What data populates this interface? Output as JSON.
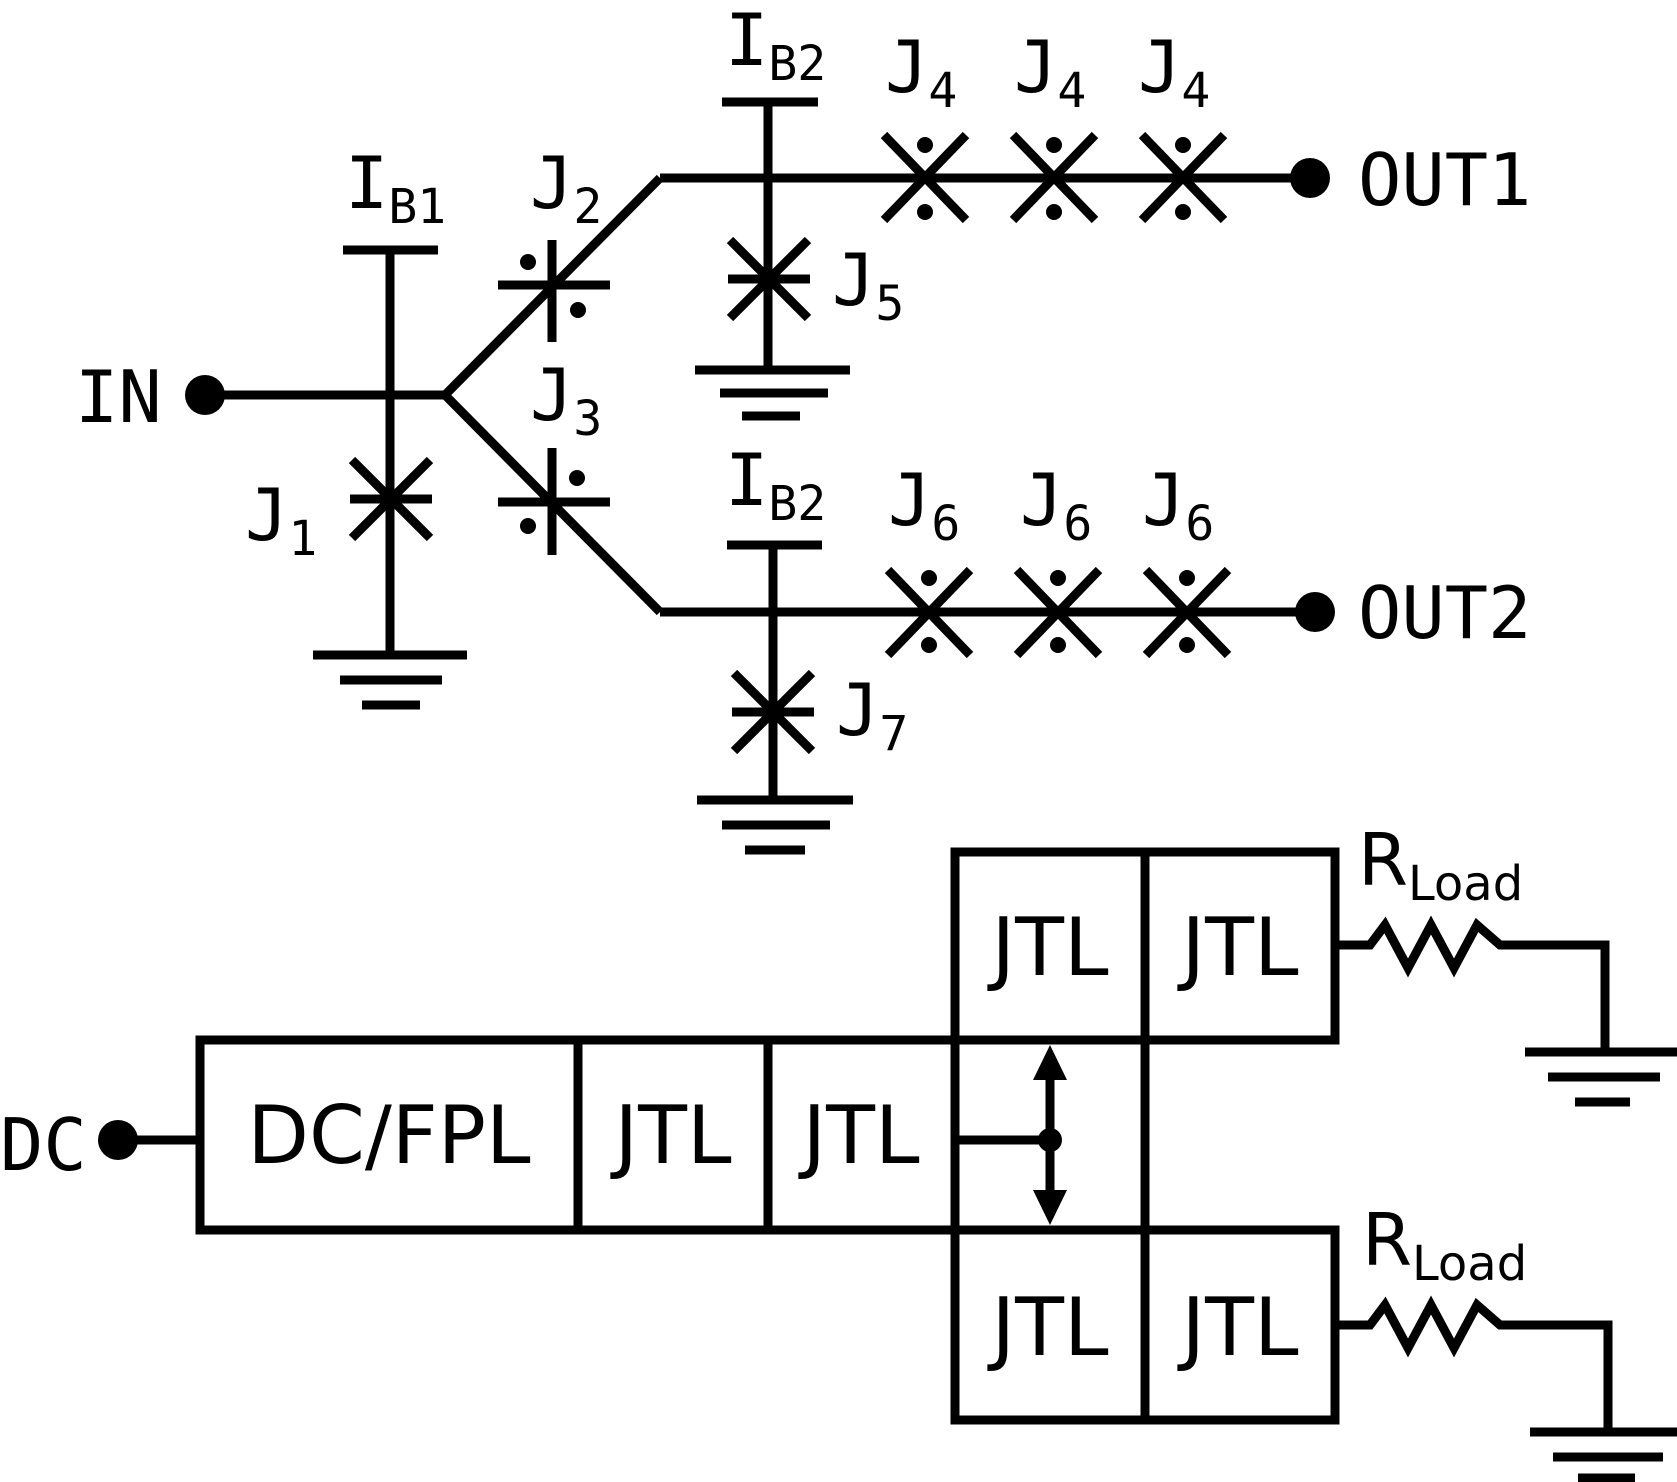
{
  "schematic": {
    "input": "IN",
    "output1": "OUT1",
    "output2": "OUT2",
    "bias1": {
      "main": "I",
      "sub": "B1"
    },
    "bias2_top": {
      "main": "I",
      "sub": "B2"
    },
    "bias2_bottom": {
      "main": "I",
      "sub": "B2"
    },
    "junctions": {
      "j1": {
        "main": "J",
        "sub": "1"
      },
      "j2": {
        "main": "J",
        "sub": "2"
      },
      "j3": {
        "main": "J",
        "sub": "3"
      },
      "j4": {
        "main": "J",
        "sub": "4"
      },
      "j5": {
        "main": "J",
        "sub": "5"
      },
      "j6": {
        "main": "J",
        "sub": "6"
      },
      "j7": {
        "main": "J",
        "sub": "7"
      }
    }
  },
  "block": {
    "input": "DC",
    "dcfpl": "DC/FPL",
    "jtl": "JTL",
    "rload": {
      "main": "R",
      "sub": "Load"
    }
  }
}
